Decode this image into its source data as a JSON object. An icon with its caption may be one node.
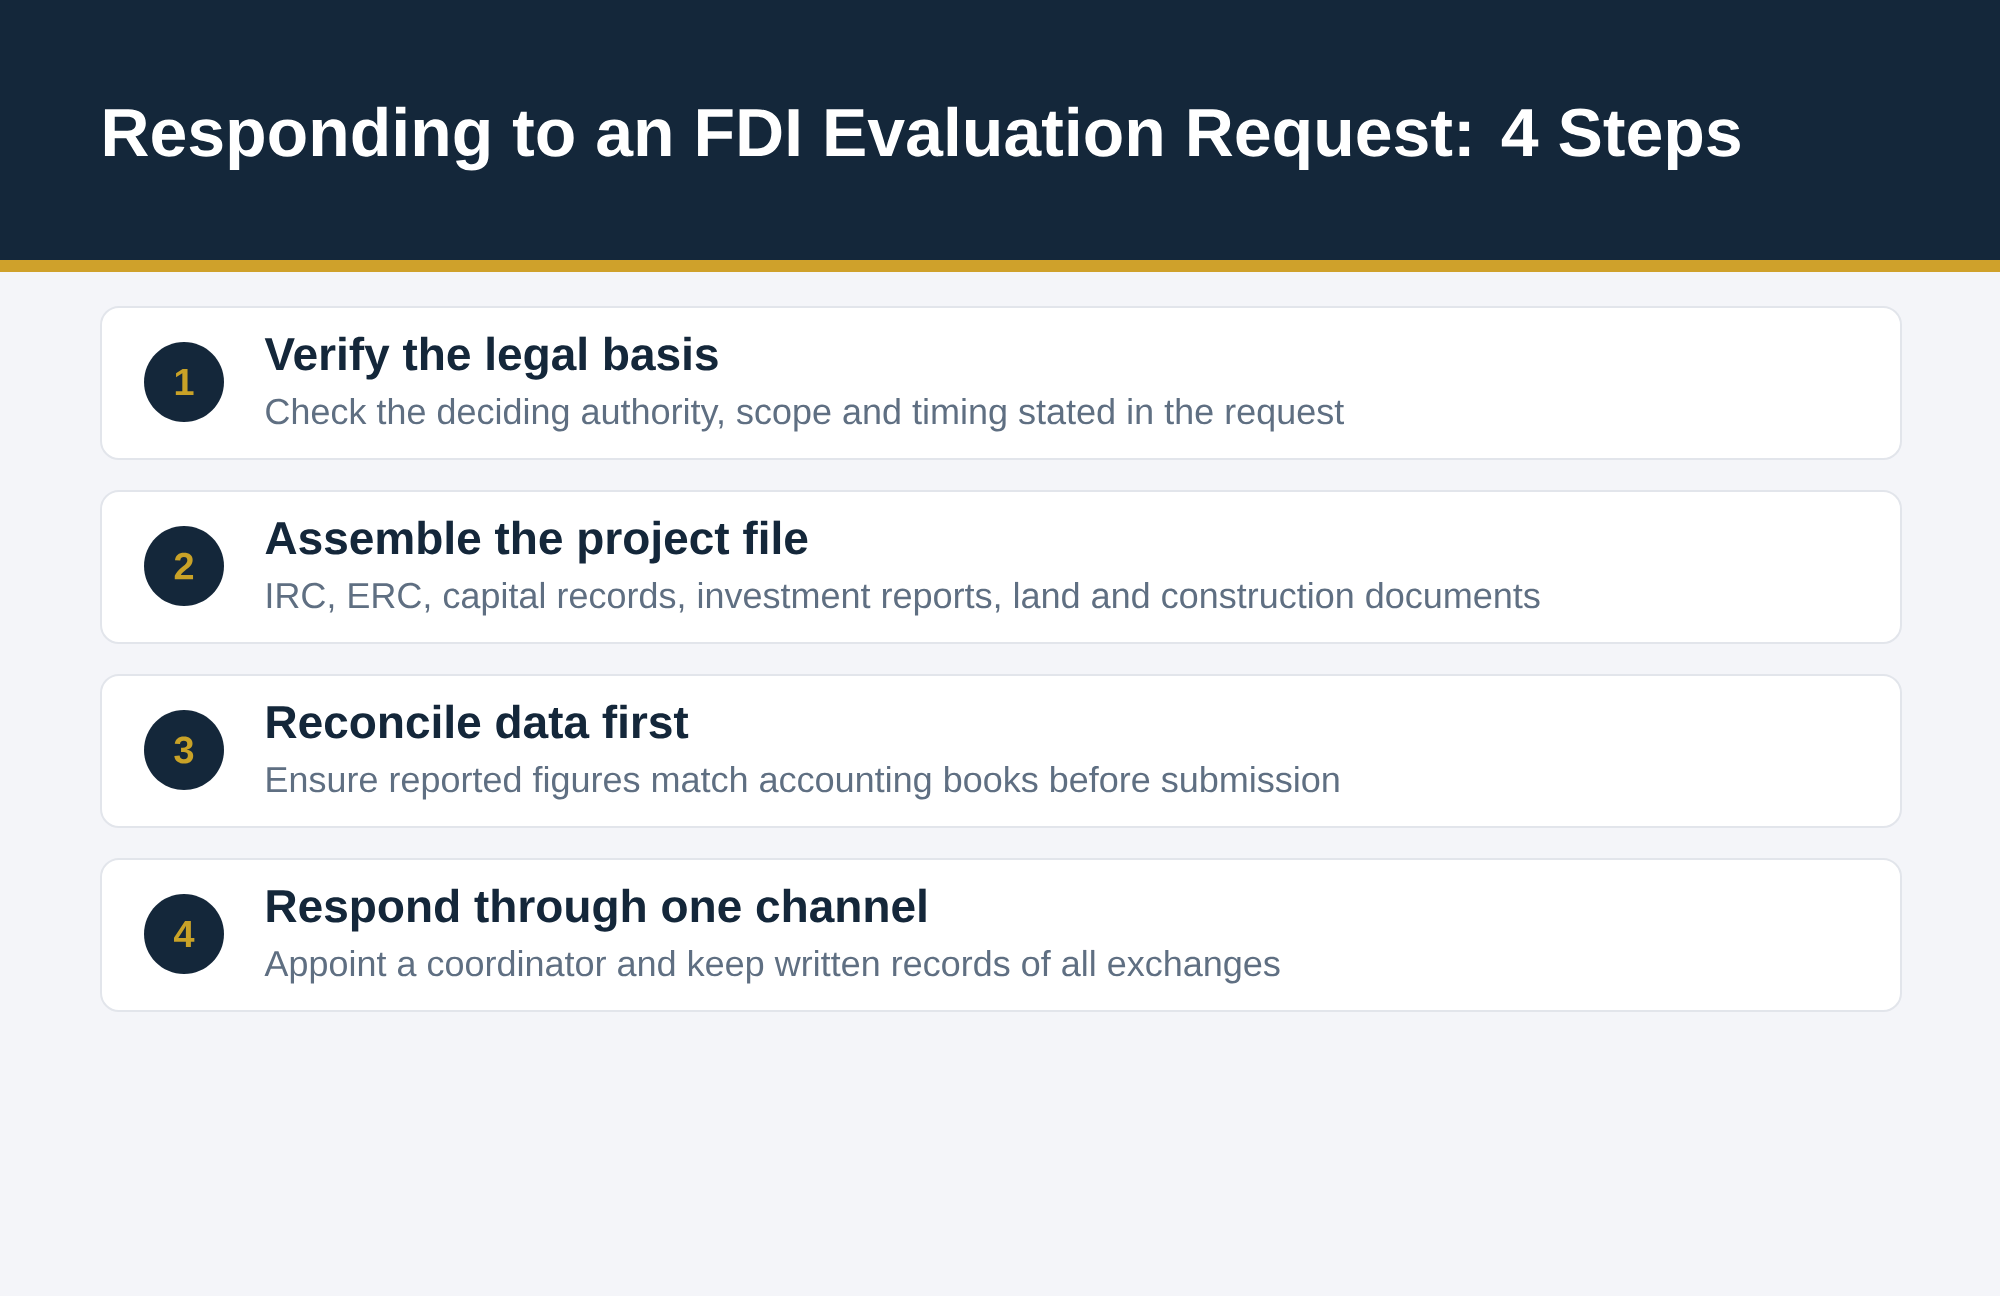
{
  "diagram": {
    "title": "Responding to an FDI Evaluation Request: 4 Steps",
    "nodes": [
      {
        "text": [
          "Verify the legal basis",
          "Check the deciding authority, scope and timing stated in the request"
        ]
      },
      {
        "text": [
          "1"
        ],
        "in": 0
      },
      {
        "text": [
          "Assemble the project file",
          "IRC, ERC, capital records, investment reports, land and construction documents"
        ]
      },
      {
        "text": [
          "2"
        ],
        "in": 2
      },
      {
        "text": [
          "Reconcile data first",
          "Ensure reported figures match accounting books before submission"
        ]
      },
      {
        "text": [
          "3"
        ],
        "in": 4
      },
      {
        "text": [
          "Respond through one channel",
          "Appoint a coordinator and keep written records of all exchanges"
        ]
      },
      {
        "text": [
          "4"
        ],
        "in": 6
      }
    ]
  }
}
